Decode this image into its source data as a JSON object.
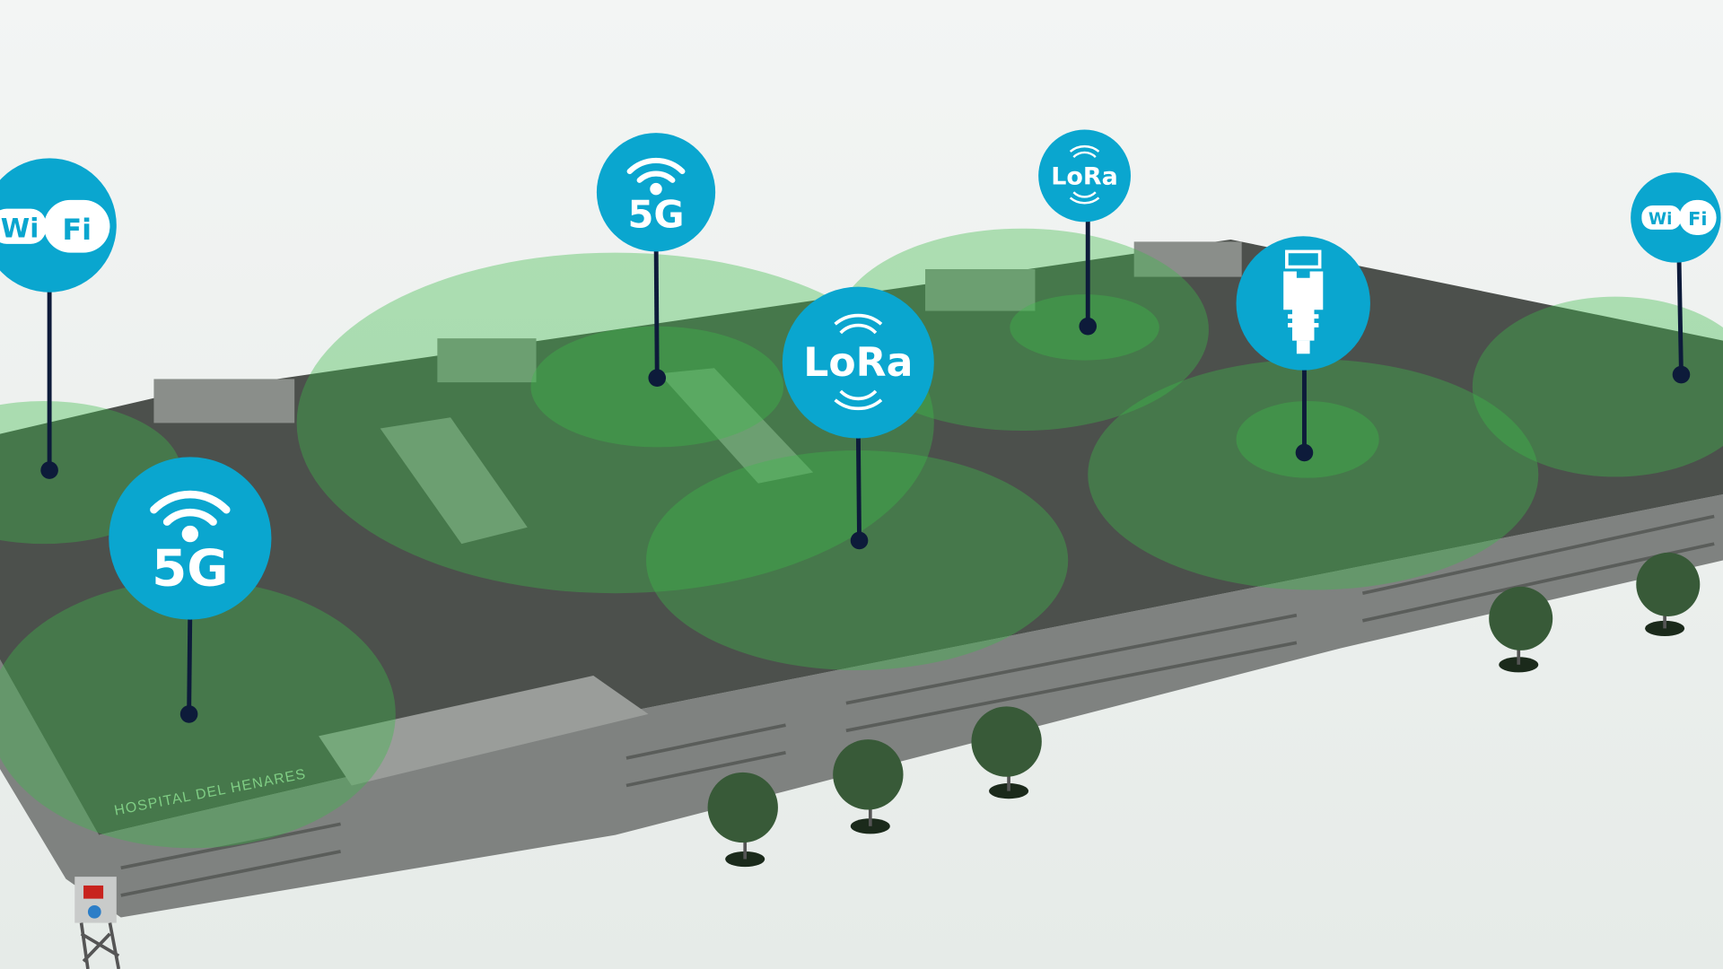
{
  "building": {
    "sign": "HOSPITAL DEL HENARES"
  },
  "colors": {
    "marker": "#0aa6cf",
    "pin": "#0d1b3a",
    "coverage": "#3dbb4a",
    "roof": "#4c504c",
    "facade": "#7f8280"
  },
  "markers": [
    {
      "id": "wifi-left",
      "type": "wifi",
      "label_a": "Wi",
      "label_b": "Fi"
    },
    {
      "id": "5g-top",
      "type": "5g",
      "label": "5G"
    },
    {
      "id": "lora-small",
      "type": "lora",
      "label": "LoRa"
    },
    {
      "id": "ethernet",
      "type": "ethernet",
      "icon": "ethernet-plug-icon"
    },
    {
      "id": "wifi-right",
      "type": "wifi",
      "label_a": "Wi",
      "label_b": "Fi"
    },
    {
      "id": "lora-big",
      "type": "lora",
      "label": "LoRa"
    },
    {
      "id": "5g-big",
      "type": "5g",
      "label": "5G"
    }
  ]
}
